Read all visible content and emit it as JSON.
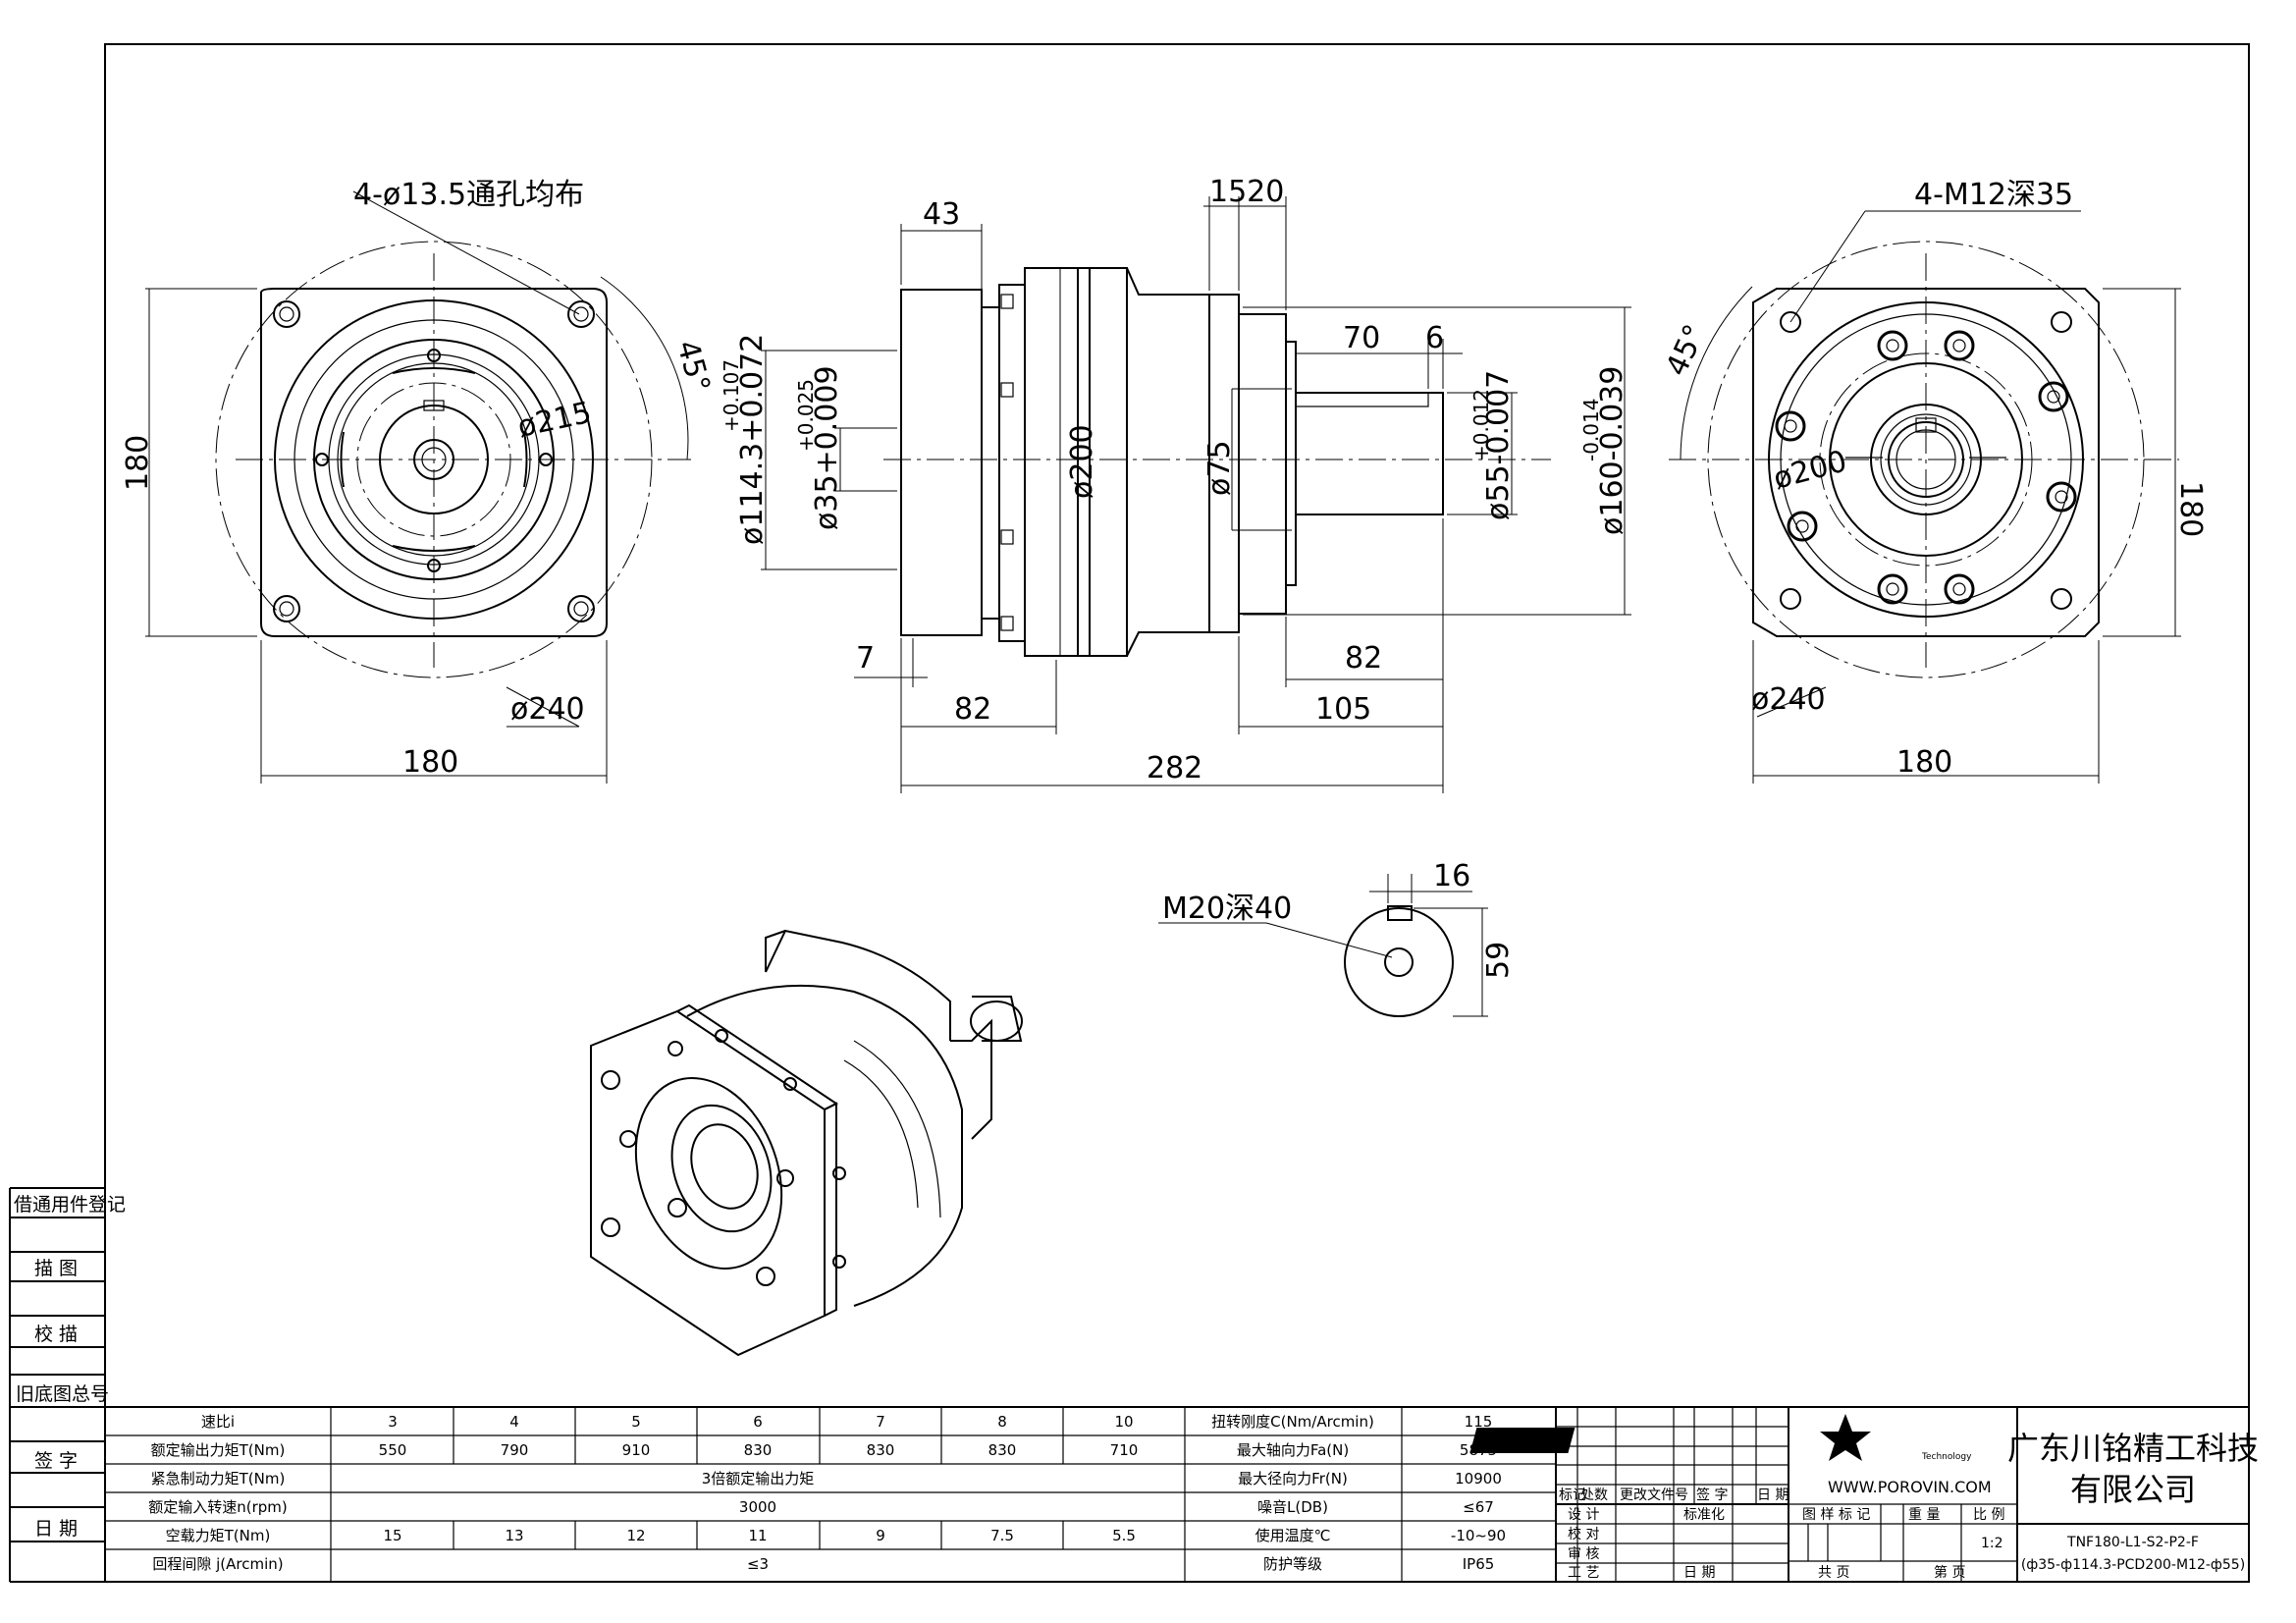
{
  "front_view": {
    "hole_note": "4-ø13.5通孔均布",
    "angle": "45°",
    "pcd": "ø215",
    "height": "180",
    "flange_dia": "ø240",
    "width": "180"
  },
  "side_view": {
    "dim_43": "43",
    "dim_15_20": "1520",
    "dim_70": "70",
    "dim_6": "6",
    "dia_114": "ø114.3+0.072",
    "dia_114_tol": "+0.107",
    "dia_35": "ø35+0.009",
    "dia_35_tol": "+0.025",
    "dia_200": "ø200",
    "dia_75": "ø75",
    "dia_55": "ø55-0.007",
    "dia_55_tol": "+0.012",
    "dia_160": "ø160-0.039",
    "dia_160_tol": "-0.014",
    "dim_7": "7",
    "dim_82_left": "82",
    "dim_82_right": "82",
    "dim_105": "105",
    "dim_282": "282"
  },
  "rear_view": {
    "thread_note": "4-M12深35",
    "angle": "45°",
    "pcd": "ø200",
    "height": "180",
    "flange_dia": "ø240",
    "width": "180"
  },
  "section_view": {
    "thread": "M20深40",
    "key_width": "16",
    "height": "59"
  },
  "side_labels": [
    "借通用件登记",
    "描 图",
    "校 描",
    "旧底图总号",
    "签 字",
    "日 期"
  ],
  "spec_table": {
    "rows": [
      {
        "label": "速比i",
        "cells": [
          "3",
          "4",
          "5",
          "6",
          "7",
          "8",
          "10"
        ],
        "label2": "扭转刚度C(Nm/Arcmin)",
        "value2": "115"
      },
      {
        "label": "额定输出力矩T(Nm)",
        "cells": [
          "550",
          "790",
          "910",
          "830",
          "830",
          "830",
          "710"
        ],
        "label2": "最大轴向力Fa(N)",
        "value2": "5875"
      },
      {
        "label": "紧急制动力矩T(Nm)",
        "merged": "3倍额定输出力矩",
        "label2": "最大径向力Fr(N)",
        "value2": "10900"
      },
      {
        "label": "额定输入转速n(rpm)",
        "merged": "3000",
        "label2": "噪音L(DB)",
        "value2": "≤67"
      },
      {
        "label": "空载力矩T(Nm)",
        "cells": [
          "15",
          "13",
          "12",
          "11",
          "9",
          "7.5",
          "5.5"
        ],
        "label2": "使用温度℃",
        "value2": "-10~90"
      },
      {
        "label": "回程间隙 j(Arcmin)",
        "merged": "≤3",
        "label2": "防护等级",
        "value2": "IP65"
      }
    ]
  },
  "title_block": {
    "rev_headers": [
      "标记",
      "处数",
      "更改文件号",
      "签 字",
      "日 期"
    ],
    "roles": [
      "设 计",
      "校 对",
      "审 核",
      "工 艺"
    ],
    "standardized": "标准化",
    "date": "日 期",
    "logo_text": "POROVIN",
    "logo_sub": "Technology",
    "website": "WWW.POROVIN.COM",
    "mark_headers": [
      "图 样 标 记",
      "重 量",
      "比 例"
    ],
    "scale": "1:2",
    "total": "共    页",
    "sheet": "第    页",
    "company_line1": "广东川铭精工科技",
    "company_line2": "有限公司",
    "model_line1": "TNF180-L1-S2-P2-F",
    "model_line2": "(ф35-ф114.3-PCD200-M12-ф55)"
  }
}
